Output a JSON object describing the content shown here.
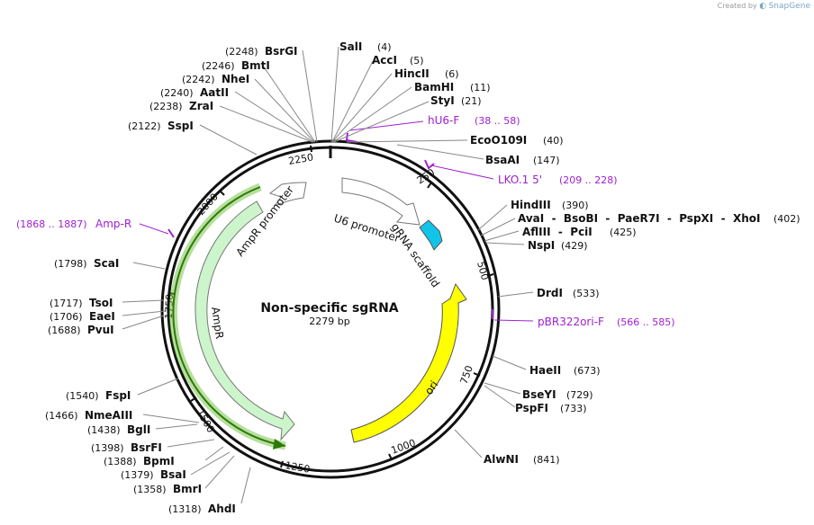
{
  "brand": {
    "prefix": "Created by",
    "name": "SnapGene"
  },
  "plasmid": {
    "name": "Non-specific sgRNA",
    "length_label": "2279 bp",
    "length": 2279
  },
  "ticks": [
    "250",
    "500",
    "750",
    "1000",
    "1250",
    "1500",
    "1750",
    "2000",
    "2250"
  ],
  "features": [
    {
      "name": "U6 promoter",
      "start": 1,
      "end": 241,
      "direction": "forward",
      "color": "#ffffff"
    },
    {
      "name": "gRNA scaffold",
      "start": 242,
      "end": 317,
      "direction": "forward",
      "color": "#12c4e8"
    },
    {
      "name": "ori",
      "start": 589,
      "end": 1177,
      "direction": "reverse",
      "color": "#ffff00"
    },
    {
      "name": "AmpR",
      "start": 1348,
      "end": 2008,
      "direction": "reverse",
      "color": "#ccf5cc"
    },
    {
      "name": "AmpR promoter",
      "start": 2009,
      "end": 2113,
      "direction": "reverse",
      "color": "#ffffff"
    }
  ],
  "right_sites": [
    {
      "name": "SalI",
      "pos": "(4)"
    },
    {
      "name": "AccI",
      "pos": "(5)"
    },
    {
      "name": "HincII",
      "pos": "(6)"
    },
    {
      "name": "BamHI",
      "pos": "(11)"
    },
    {
      "name": "StyI",
      "pos": "(21)"
    },
    {
      "name": "EcoO109I",
      "pos": "(40)"
    },
    {
      "name": "BsaAI",
      "pos": "(147)"
    },
    {
      "name": "HindIII",
      "pos": "(390)"
    },
    {
      "name": "AvaI  -  BsoBI  -  PaeR7I  -  PspXI  -  XhoI",
      "pos": "(402)"
    },
    {
      "name": "AflIII  -  PciI",
      "pos": "(425)"
    },
    {
      "name": "NspI",
      "pos": "(429)"
    },
    {
      "name": "DrdI",
      "pos": "(533)"
    },
    {
      "name": "HaeII",
      "pos": "(673)"
    },
    {
      "name": "BseYI",
      "pos": "(729)"
    },
    {
      "name": "PspFI",
      "pos": "(733)"
    },
    {
      "name": "AlwNI",
      "pos": "(841)"
    }
  ],
  "left_sites": [
    {
      "name": "BsrGI",
      "pos": "(2248)"
    },
    {
      "name": "BmtI",
      "pos": "(2246)"
    },
    {
      "name": "NheI",
      "pos": "(2242)"
    },
    {
      "name": "AatII",
      "pos": "(2240)"
    },
    {
      "name": "ZraI",
      "pos": "(2238)"
    },
    {
      "name": "SspI",
      "pos": "(2122)"
    },
    {
      "name": "ScaI",
      "pos": "(1798)"
    },
    {
      "name": "TsoI",
      "pos": "(1717)"
    },
    {
      "name": "EaeI",
      "pos": "(1706)"
    },
    {
      "name": "PvuI",
      "pos": "(1688)"
    },
    {
      "name": "FspI",
      "pos": "(1540)"
    },
    {
      "name": "NmeAIII",
      "pos": "(1466)"
    },
    {
      "name": "BglI",
      "pos": "(1438)"
    },
    {
      "name": "BsrFI",
      "pos": "(1398)"
    },
    {
      "name": "BpmI",
      "pos": "(1388)"
    },
    {
      "name": "BsaI",
      "pos": "(1379)"
    },
    {
      "name": "BmrI",
      "pos": "(1358)"
    },
    {
      "name": "AhdI",
      "pos": "(1318)"
    }
  ],
  "primers": [
    {
      "name": "hU6-F",
      "range": "(38 .. 58)"
    },
    {
      "name": "LKO.1 5'",
      "range": "(209 .. 228)"
    },
    {
      "name": "pBR322ori-F",
      "range": "(566 .. 585)"
    },
    {
      "name": "Amp-R",
      "range": "(1868 .. 1887)"
    }
  ],
  "colors": {
    "backbone": "#111111",
    "primer": "#a020d0",
    "ori": "#ffff00",
    "ampr": "#ccf5cc",
    "scaffold": "#12c4e8",
    "ampr_highlight": "#2c9a00"
  }
}
